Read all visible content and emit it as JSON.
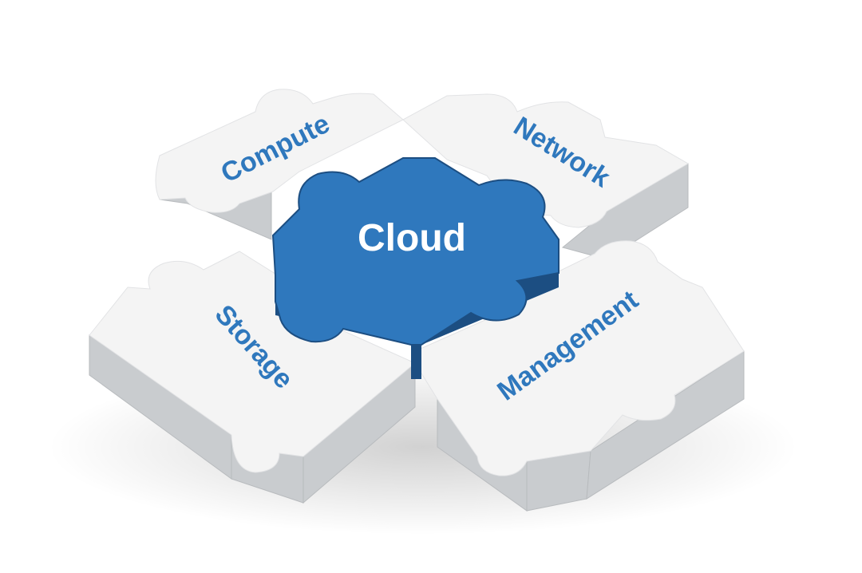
{
  "diagram": {
    "center": {
      "label": "Cloud"
    },
    "pieces": [
      {
        "id": "compute",
        "label": "Compute"
      },
      {
        "id": "network",
        "label": "Network"
      },
      {
        "id": "storage",
        "label": "Storage"
      },
      {
        "id": "management",
        "label": "Management"
      }
    ]
  },
  "colors": {
    "center_fill": "#2F78BD",
    "center_edge": "#1C4E82",
    "piece_top": "#F4F4F4",
    "piece_side": "#C9CCCF",
    "piece_label": "#2F78BD",
    "center_label": "#FFFFFF"
  }
}
